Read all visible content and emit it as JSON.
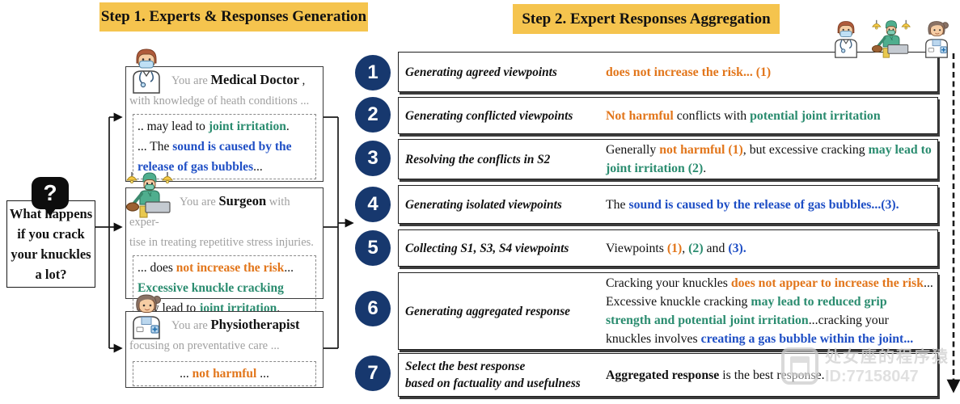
{
  "colors": {
    "navy": "#17386E",
    "orange": "#E2761B",
    "teal": "#2A8C6F",
    "blue": "#1F4FC5",
    "header_bg": "#F5C44E"
  },
  "step1": {
    "title": "Step 1. Experts & Responses Generation",
    "question": {
      "text": "What happens\nif you crack\nyour knuckles\na lot?"
    },
    "experts": [
      {
        "id": "medical-doctor",
        "header": [
          {
            "t": "You are ",
            "c": "gray"
          },
          {
            "t": "Medical Doctor",
            "c": "bold"
          },
          {
            "t": " ,"
          },
          {
            "t": "\nwith knowledge of heath conditions ...",
            "c": "gray"
          }
        ],
        "response": [
          {
            "t": ".. may lead to "
          },
          {
            "t": "joint irritation",
            "c": "teal"
          },
          {
            "t": ".\n... The "
          },
          {
            "t": "sound is caused by the release of gas bubbles",
            "c": "blue"
          },
          {
            "t": "..."
          }
        ]
      },
      {
        "id": "surgeon",
        "header": [
          {
            "t": "You are ",
            "c": "gray"
          },
          {
            "t": "Surgeon",
            "c": "bold"
          },
          {
            "t": " with exper-\ntise in treating repetitive stress injuries.",
            "c": "gray"
          }
        ],
        "response": [
          {
            "t": "... does "
          },
          {
            "t": "not increase the risk",
            "c": "orange"
          },
          {
            "t": "...\n"
          },
          {
            "t": "Excessive knuckle cracking",
            "c": "teal"
          },
          {
            "t": "\nmay lead to "
          },
          {
            "t": "joint irritation",
            "c": "teal"
          },
          {
            "t": "."
          }
        ]
      },
      {
        "id": "physiotherapist",
        "header": [
          {
            "t": "You are ",
            "c": "gray"
          },
          {
            "t": "Physiotherapist",
            "c": "bold"
          },
          {
            "t": "\nfocusing on preventative care ...",
            "c": "gray"
          }
        ],
        "response": [
          {
            "t": "... "
          },
          {
            "t": "not harmful",
            "c": "orange"
          },
          {
            "t": " ..."
          }
        ]
      }
    ]
  },
  "step2": {
    "title": "Step 2. Expert Responses Aggregation",
    "expert_icons": [
      "medical-doctor-icon",
      "surgeon-icon",
      "physiotherapist-icon"
    ],
    "steps": [
      {
        "num": "1",
        "label": "Generating agreed viewpoints",
        "content": [
          {
            "t": "does not increase the risk... (1)",
            "c": "orange"
          }
        ]
      },
      {
        "num": "2",
        "label": "Generating conflicted viewpoints",
        "content": [
          {
            "t": "Not harmful",
            "c": "orange"
          },
          {
            "t": " conflicts with "
          },
          {
            "t": "potential joint irritation",
            "c": "teal"
          }
        ]
      },
      {
        "num": "3",
        "label": "Resolving the conflicts in S2",
        "content": [
          {
            "t": "Generally "
          },
          {
            "t": "not harmful (1)",
            "c": "orange"
          },
          {
            "t": ", but excessive cracking "
          },
          {
            "t": "may lead to joint irritation (2)",
            "c": "teal"
          },
          {
            "t": "."
          }
        ]
      },
      {
        "num": "4",
        "label": "Generating isolated viewpoints",
        "content": [
          {
            "t": "The "
          },
          {
            "t": "sound is caused by the release of gas bubbles...(3).",
            "c": "blue"
          }
        ]
      },
      {
        "num": "5",
        "label": "Collecting S1, S3, S4 viewpoints",
        "content": [
          {
            "t": "Viewpoints "
          },
          {
            "t": "(1)",
            "c": "orange"
          },
          {
            "t": ", "
          },
          {
            "t": "(2)",
            "c": "teal"
          },
          {
            "t": " and "
          },
          {
            "t": "(3).",
            "c": "blue"
          }
        ]
      },
      {
        "num": "6",
        "label": "Generating aggregated response",
        "content": [
          {
            "t": "Cracking your knuckles "
          },
          {
            "t": "does not appear to increase the risk",
            "c": "orange"
          },
          {
            "t": "... Excessive knuckle cracking "
          },
          {
            "t": "may lead to reduced grip strength and potential joint irritation",
            "c": "teal"
          },
          {
            "t": "...cracking your knuckles involves "
          },
          {
            "t": "creating a gas bubble within the joint...",
            "c": "blue"
          }
        ]
      },
      {
        "num": "7",
        "label": "Select the best response\nbased on factuality and usefulness",
        "content": [
          {
            "t": "Aggregated response",
            "c": "bold"
          },
          {
            "t": " is the best response."
          }
        ]
      }
    ]
  },
  "watermark": {
    "line1": "处女座的程序猿",
    "line2": "ID:77158047"
  }
}
